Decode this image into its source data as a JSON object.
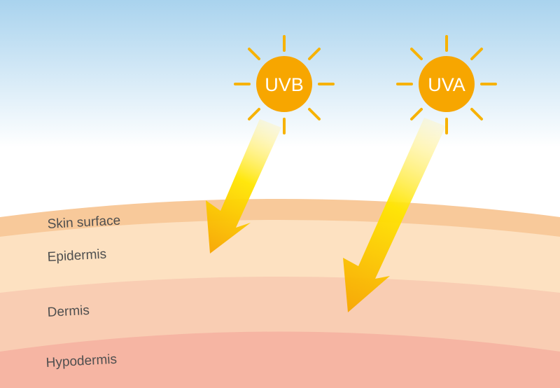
{
  "colors": {
    "sky_top": "#a9d3ee",
    "sky_bottom": "#ffffff",
    "sun": "#f7a600",
    "sun_rays": "#f7b200",
    "arrow_start": "#fff3b8",
    "arrow_mid": "#ffe600",
    "arrow_end": "#f7a600",
    "skin_surface": "#f8c99a",
    "epidermis": "#fde1c1",
    "dermis": "#f9cdb3",
    "hypodermis": "#f6b5a3",
    "label_text": "#4f4f4f"
  },
  "suns": [
    {
      "label": "UVB"
    },
    {
      "label": "UVA"
    }
  ],
  "layers": [
    {
      "label": "Skin surface"
    },
    {
      "label": "Epidermis"
    },
    {
      "label": "Dermis"
    },
    {
      "label": "Hypodermis"
    }
  ]
}
